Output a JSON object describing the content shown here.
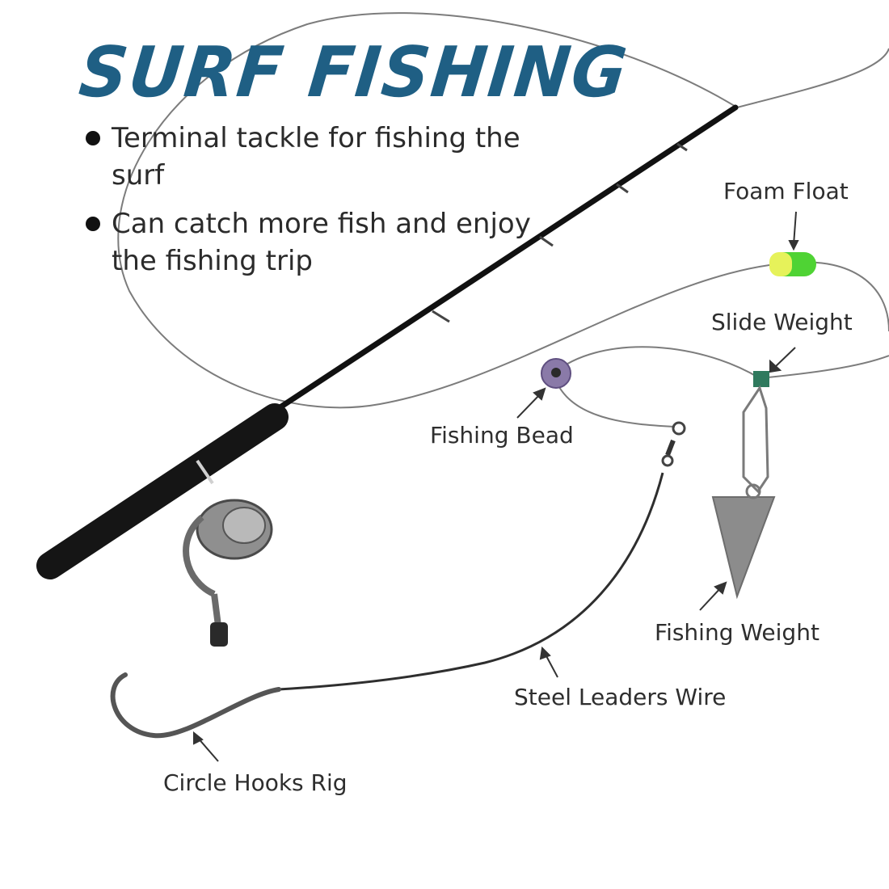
{
  "title": "SURF FISHING",
  "bullets": [
    "Terminal tackle for fishing the surf",
    "Can catch more fish and enjoy the fishing trip"
  ],
  "labels": {
    "foam_float": "Foam Float",
    "slide_weight": "Slide Weight",
    "fishing_bead": "Fishing Bead",
    "fishing_weight": "Fishing Weight",
    "steel_leaders_wire": "Steel Leaders Wire",
    "circle_hooks_rig": "Circle Hooks Rig"
  },
  "colors": {
    "title": "#1f5f84",
    "float_green": "#4fd334",
    "float_yellow": "#e6f25a",
    "slide_weight": "#2f7a5e",
    "bead": "#8a7aa8",
    "sinker": "#8c8c8c"
  }
}
